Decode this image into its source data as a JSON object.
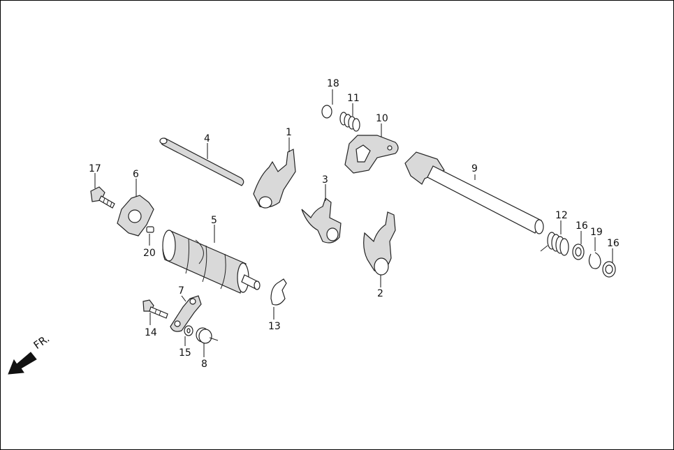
{
  "labels": {
    "p1": "1",
    "p2": "2",
    "p3": "3",
    "p4": "4",
    "p5": "5",
    "p6": "6",
    "p7": "7",
    "p8": "8",
    "p9": "9",
    "p10": "10",
    "p11": "11",
    "p12": "12",
    "p13": "13",
    "p14": "14",
    "p15": "15",
    "p16a": "16",
    "p16b": "16",
    "p17": "17",
    "p18": "18",
    "p19": "19",
    "p20": "20"
  },
  "direction": {
    "text": "FR.",
    "icon": "front-arrow-icon"
  },
  "colors": {
    "line": "#222222",
    "fill": "#ffffff",
    "shade": "#d9d9d9"
  }
}
